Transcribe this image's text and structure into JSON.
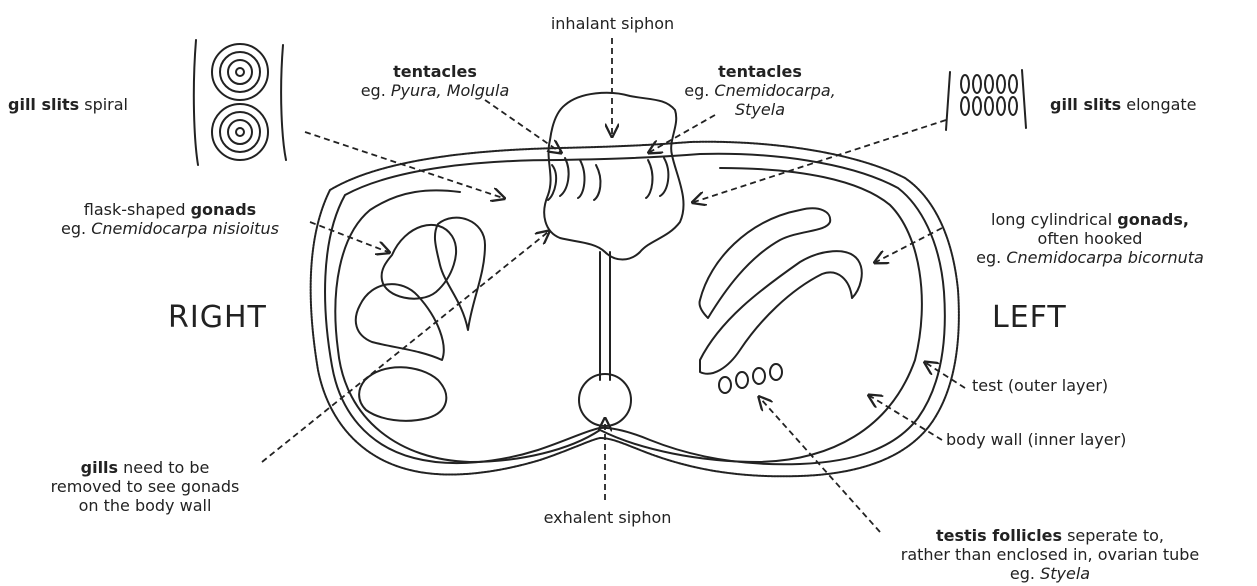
{
  "labels": {
    "inhalant_siphon": "inhalant siphon",
    "tentacles_left": {
      "bold": "tentacles",
      "prefix": "eg. ",
      "species": "Pyura, Molgula"
    },
    "tentacles_right": {
      "bold": "tentacles",
      "prefix": "eg. ",
      "species_1": "Cnemidocarpa,",
      "species_2": "Styela"
    },
    "gill_slits_spiral": {
      "bold": "gill slits",
      "rest": " spiral"
    },
    "gill_slits_elongate": {
      "bold": "gill slits",
      "rest": " elongate"
    },
    "flask_gonads": {
      "pre": "flask-shaped ",
      "bold": "gonads",
      "prefix": "eg. ",
      "species": "Cnemidocarpa nisioitus"
    },
    "long_gonads": {
      "pre": "long cylindrical ",
      "bold": "gonads,",
      "line2": "often hooked",
      "prefix": "eg. ",
      "species": "Cnemidocarpa bicornuta"
    },
    "right": "RIGHT",
    "left": "LEFT",
    "test": "test (outer layer)",
    "body_wall": "body wall (inner layer)",
    "gills": {
      "bold": "gills",
      "rest": " need to be",
      "line2": "removed to see gonads",
      "line3": "on the body wall"
    },
    "exhalent_siphon": "exhalent siphon",
    "testis": {
      "bold": "testis follicles",
      "rest": " seperate to,",
      "line2": "rather than enclosed in, ovarian tube",
      "prefix": "eg. ",
      "species": "Styela"
    }
  }
}
